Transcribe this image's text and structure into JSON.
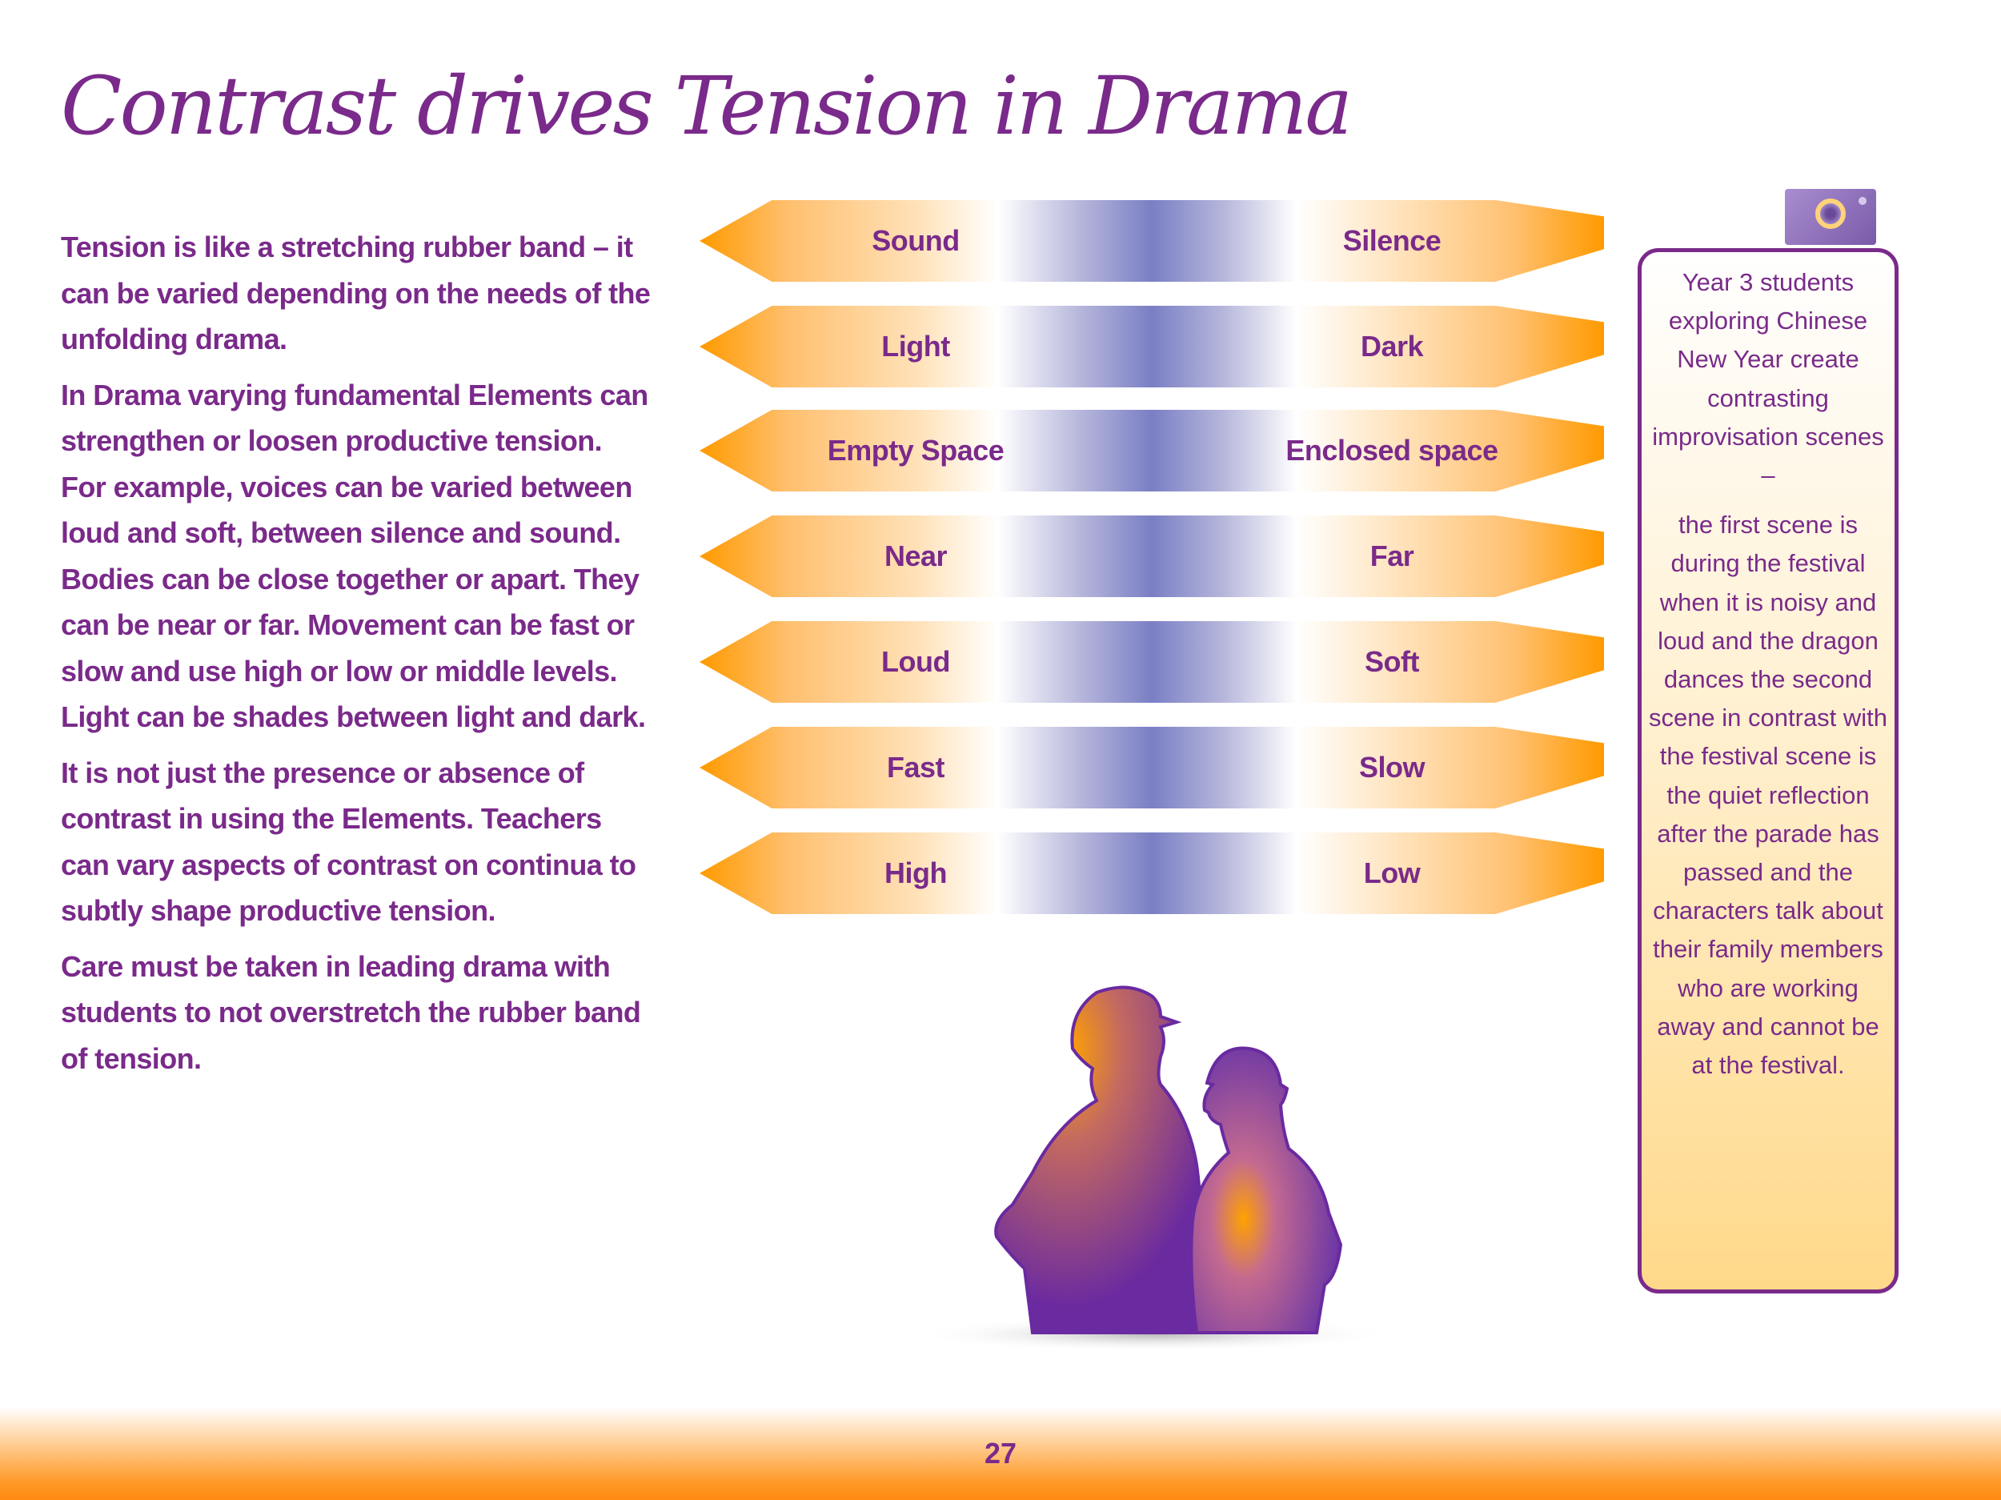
{
  "page": {
    "title": "Contrast drives Tension in Drama",
    "page_number": "27"
  },
  "body": {
    "paragraphs": [
      "Tension is like a stretching rubber band – it can be varied depending on the needs of the unfolding drama.",
      "In Drama varying fundamental Elements can strengthen or loosen productive tension. For example, voices can be varied between loud and soft, between silence and sound. Bodies can be close together or apart. They can be near or far. Movement can be fast or slow and use high or low or middle levels. Light can be shades between light and dark.",
      "It is not just the presence or absence of contrast in using the Elements. Teachers can vary aspects of contrast on continua to subtly shape productive tension.",
      "Care must be taken in leading drama with students to not overstretch the rubber band of tension."
    ]
  },
  "continua": [
    {
      "left": "Sound",
      "right": "Silence"
    },
    {
      "left": "Light",
      "right": "Dark"
    },
    {
      "left": "Empty Space",
      "right": "Enclosed space"
    },
    {
      "left": "Near",
      "right": "Far"
    },
    {
      "left": "Loud",
      "right": "Soft"
    },
    {
      "left": "Fast",
      "right": "Slow"
    },
    {
      "left": "High",
      "right": "Low"
    }
  ],
  "sidebar": {
    "icon": "camera-icon",
    "intro": "Year 3 students exploring Chinese New Year create contrasting improvisation scenes –",
    "detail": "the first scene is during the festival when it is noisy and loud and the dragon dances the second scene in contrast with the festival scene is the quiet reflection after the parade has passed and the characters talk about their family members who are working away and cannot be at the festival."
  },
  "colors": {
    "text_purple": "#7a2a8a",
    "arrow_orange": "#ff9a00",
    "arrow_blue": "#7a7fc4"
  }
}
